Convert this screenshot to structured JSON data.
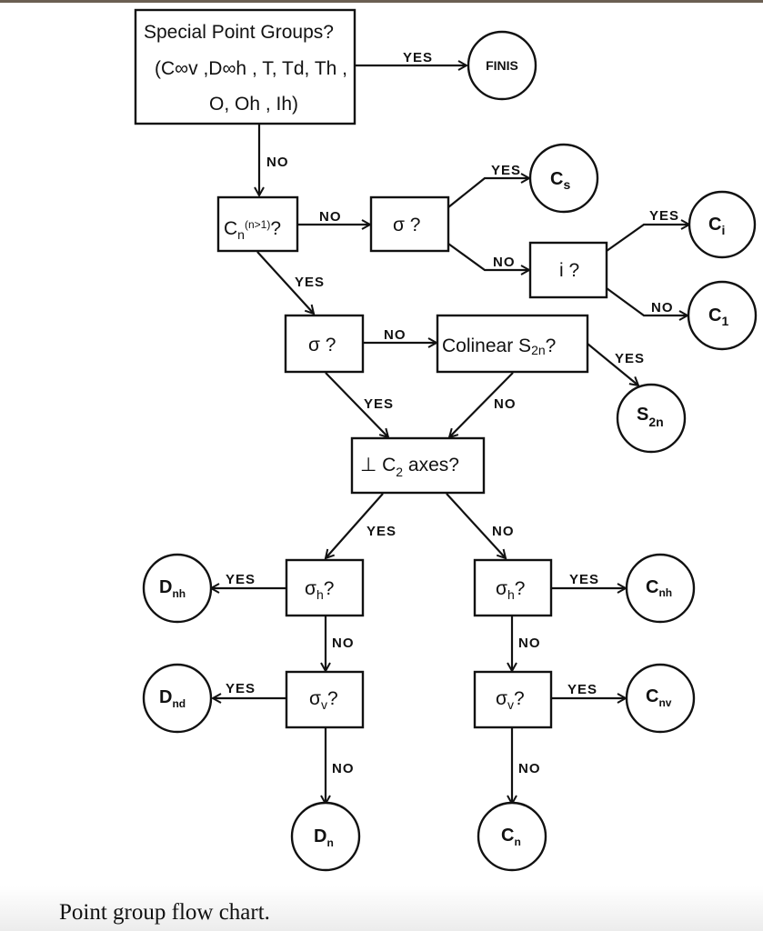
{
  "caption": "Point group flow chart.",
  "colors": {
    "ink": "#111111",
    "background": "#ffffff",
    "top_bar": "#6b5f52"
  },
  "nodes": {
    "special": {
      "line1": "Special Point Groups?",
      "line2": "(C∞v ,D∞h , T, Td, Th ,",
      "line3": "O, Oh , Ih)"
    },
    "finis": "FINIS",
    "cn": {
      "main": "C",
      "sub": "n",
      "sup": "(n>1)",
      "q": "?"
    },
    "sigma1": "σ  ?",
    "cs": {
      "main": "C",
      "sub": "s"
    },
    "inv": "i ?",
    "ci": {
      "main": "C",
      "sub": "i"
    },
    "c1": {
      "main": "C",
      "sub": "1"
    },
    "sigma2": "σ ?",
    "s2n_q": {
      "main": "Colinear  S",
      "sub": "2n",
      "q": "?"
    },
    "s2n": {
      "main": "S",
      "sub": "2n"
    },
    "c2axes": {
      "main": "⊥ C",
      "sub": "2",
      "rest": " axes?"
    },
    "sh_left": {
      "main": "σ",
      "sub": "h",
      "q": "?"
    },
    "sv_left": {
      "main": "σ",
      "sub": "v",
      "q": "?"
    },
    "sh_right": {
      "main": "σ",
      "sub": "h",
      "q": "?"
    },
    "sv_right": {
      "main": "σ",
      "sub": "v",
      "q": "?"
    },
    "dnh": {
      "main": "D",
      "sub": "nh"
    },
    "dnd": {
      "main": "D",
      "sub": "nd"
    },
    "dn": {
      "main": "D",
      "sub": "n"
    },
    "cnh": {
      "main": "C",
      "sub": "nh"
    },
    "cnv": {
      "main": "C",
      "sub": "nv"
    },
    "cn_end": {
      "main": "C",
      "sub": "n"
    }
  },
  "edge_labels": {
    "special_finis": "YES",
    "special_cn": "NO",
    "cn_sigma1": "NO",
    "sigma1_cs": "YES",
    "sigma1_inv": "NO",
    "inv_ci": "YES",
    "inv_c1": "NO",
    "cn_sigma2": "YES",
    "sigma2_s2nq": "NO",
    "s2nq_s2n": "YES",
    "sigma2_c2": "YES",
    "s2nq_c2": "NO",
    "c2_shl": "YES",
    "c2_shr": "NO",
    "shl_dnh": "YES",
    "shl_svl": "NO",
    "svl_dnd": "YES",
    "svl_dn": "NO",
    "shr_cnh": "YES",
    "shr_svr": "NO",
    "svr_cnv": "YES",
    "svr_cn": "NO"
  }
}
